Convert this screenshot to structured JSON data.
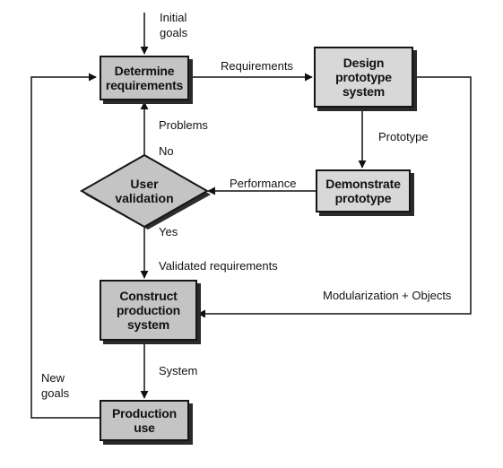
{
  "nodes": {
    "determine_requirements": "Determine\nrequirements",
    "design_prototype": "Design\nprototype\nsystem",
    "demonstrate_prototype": "Demonstrate\nprototype",
    "user_validation": "User\nvalidation",
    "construct_production": "Construct\nproduction\nsystem",
    "production_use": "Production\nuse"
  },
  "labels": {
    "initial_goals": "Initial\ngoals",
    "requirements": "Requirements",
    "problems": "Problems",
    "no": "No",
    "prototype": "Prototype",
    "performance": "Performance",
    "yes": "Yes",
    "validated_requirements": "Validated requirements",
    "modularization_objects": "Modularization + Objects",
    "system": "System",
    "new_goals": "New\ngoals"
  }
}
